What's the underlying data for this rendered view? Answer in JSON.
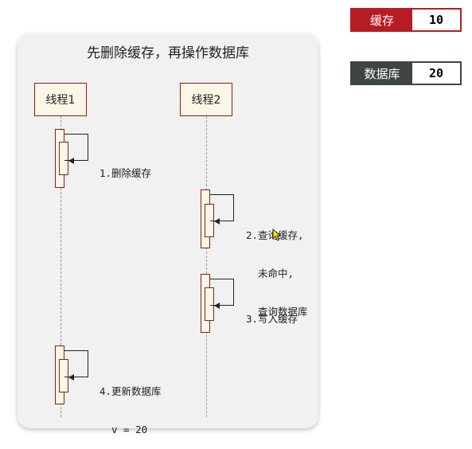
{
  "colors": {
    "cache": "#b71c24",
    "database": "#3f4545",
    "lifeline_border": "#8b1a1a"
  },
  "cache_box": {
    "label": "缓存",
    "value": "10"
  },
  "db_box": {
    "label": "数据库",
    "value": "20"
  },
  "diagram": {
    "title": "先删除缓存，再操作数据库",
    "actors": [
      "线程1",
      "线程2"
    ],
    "steps": [
      {
        "lines": [
          "1.删除缓存"
        ]
      },
      {
        "lines": [
          "2.查询缓存,",
          "未命中,",
          "查询数据库"
        ]
      },
      {
        "lines": [
          "3.写入缓存"
        ]
      },
      {
        "lines": [
          "4.更新数据库",
          "v = 20"
        ]
      }
    ]
  }
}
